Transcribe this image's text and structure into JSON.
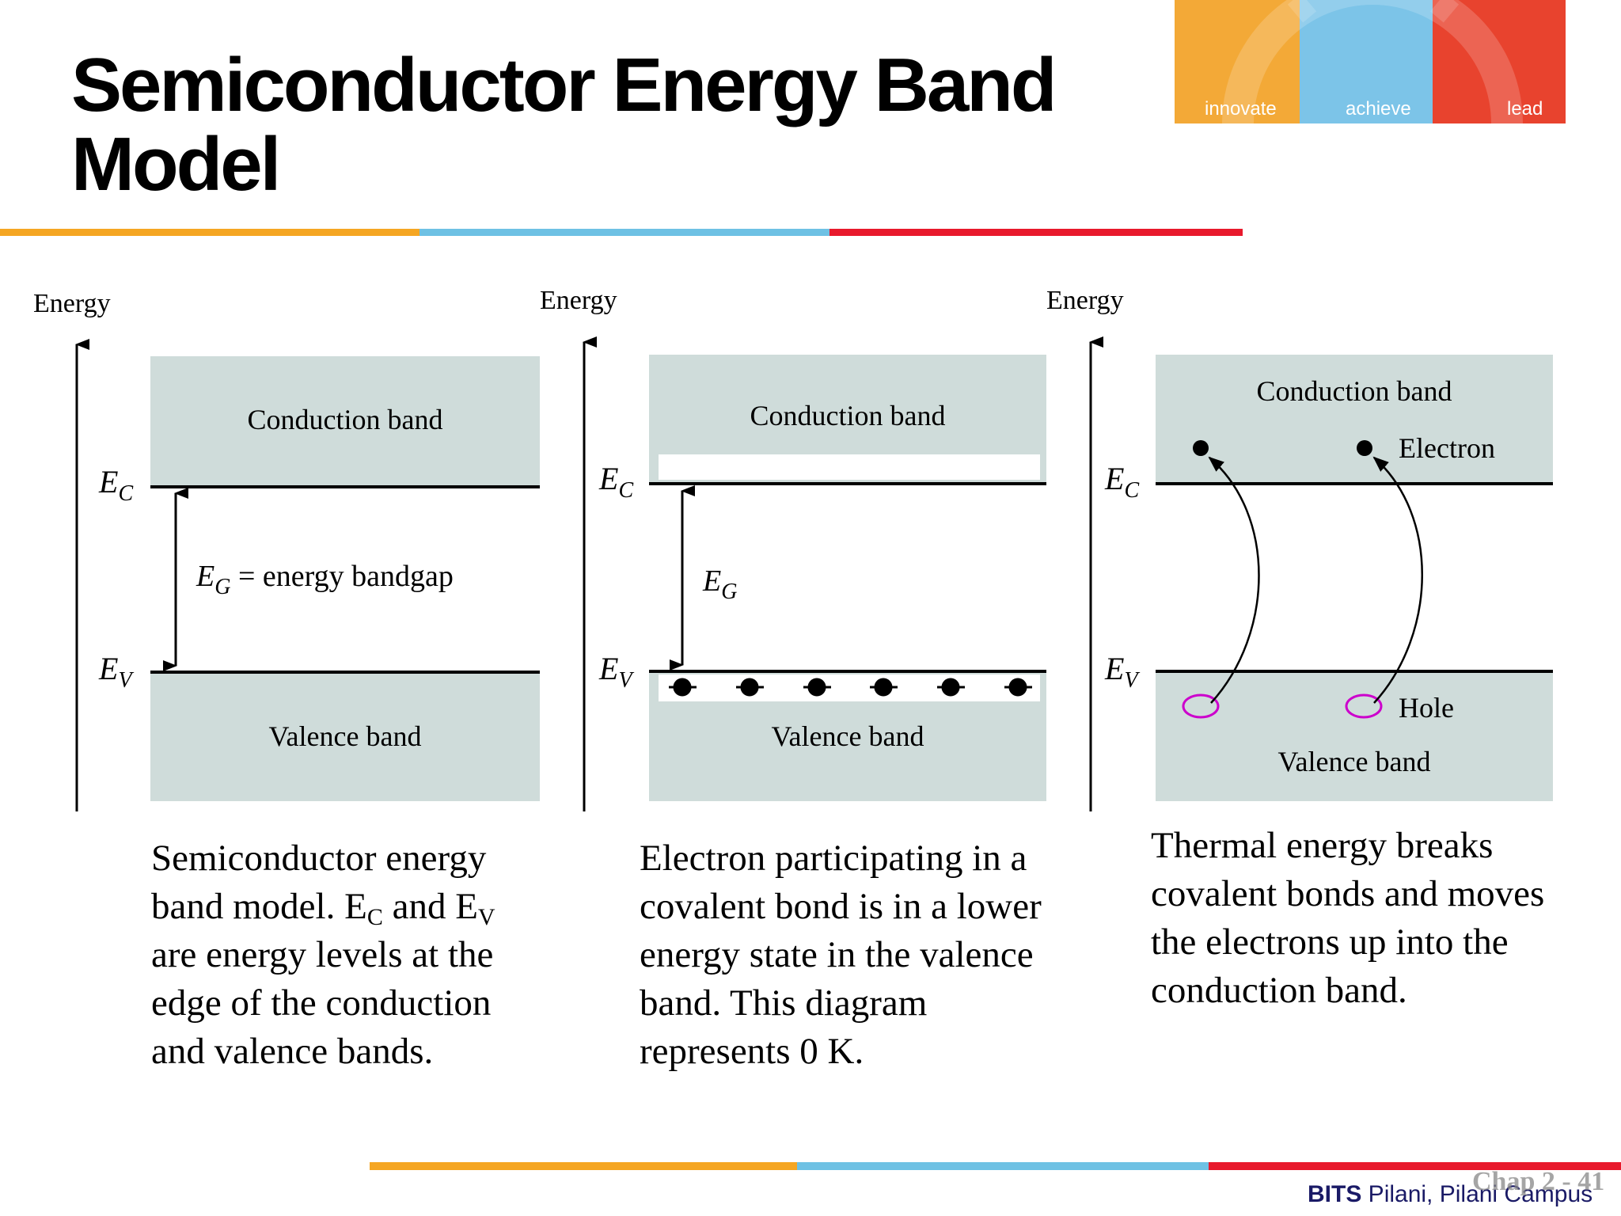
{
  "slide": {
    "title": "Semiconductor Energy Band Model"
  },
  "logo": {
    "words": [
      "innovate",
      "achieve",
      "lead"
    ],
    "colors": [
      "#F3A937",
      "#7CC4E8",
      "#E8432E"
    ]
  },
  "rule_colors": [
    "#F5A623",
    "#6EC1E4",
    "#E8192C"
  ],
  "panels": [
    {
      "axis_label": "Energy",
      "conduction_label": "Conduction band",
      "valence_label": "Valence band",
      "ec_label": [
        "E",
        "C"
      ],
      "ev_label": [
        "E",
        "V"
      ],
      "gap_label": [
        "E",
        "G",
        " = energy bandgap"
      ]
    },
    {
      "axis_label": "Energy",
      "conduction_label": "Conduction band",
      "valence_label": "Valence band",
      "ec_label": [
        "E",
        "C"
      ],
      "ev_label": [
        "E",
        "V"
      ],
      "gap_label": [
        "E",
        "G",
        ""
      ]
    },
    {
      "axis_label": "Energy",
      "conduction_label": "Conduction band",
      "valence_label": "Valence band",
      "ec_label": [
        "E",
        "C"
      ],
      "ev_label": [
        "E",
        "V"
      ],
      "electron_label": "Electron",
      "hole_label": "Hole"
    }
  ],
  "captions": [
    {
      "parts": [
        "Semiconductor energy band model.  E",
        "C",
        " and E",
        "V",
        " are  energy levels at the edge of the conduction and valence bands."
      ]
    },
    {
      "parts": [
        "Electron participating in a covalent bond is in a lower energy state in the valence band.  This diagram represents 0 K."
      ]
    },
    {
      "parts": [
        "Thermal energy breaks covalent bonds and moves the electrons up into the conduction band."
      ]
    }
  ],
  "footer": {
    "brand_bold": "BITS",
    "brand_rest": " Pilani, Pilani Campus",
    "page": "Chap 2 - 41"
  }
}
